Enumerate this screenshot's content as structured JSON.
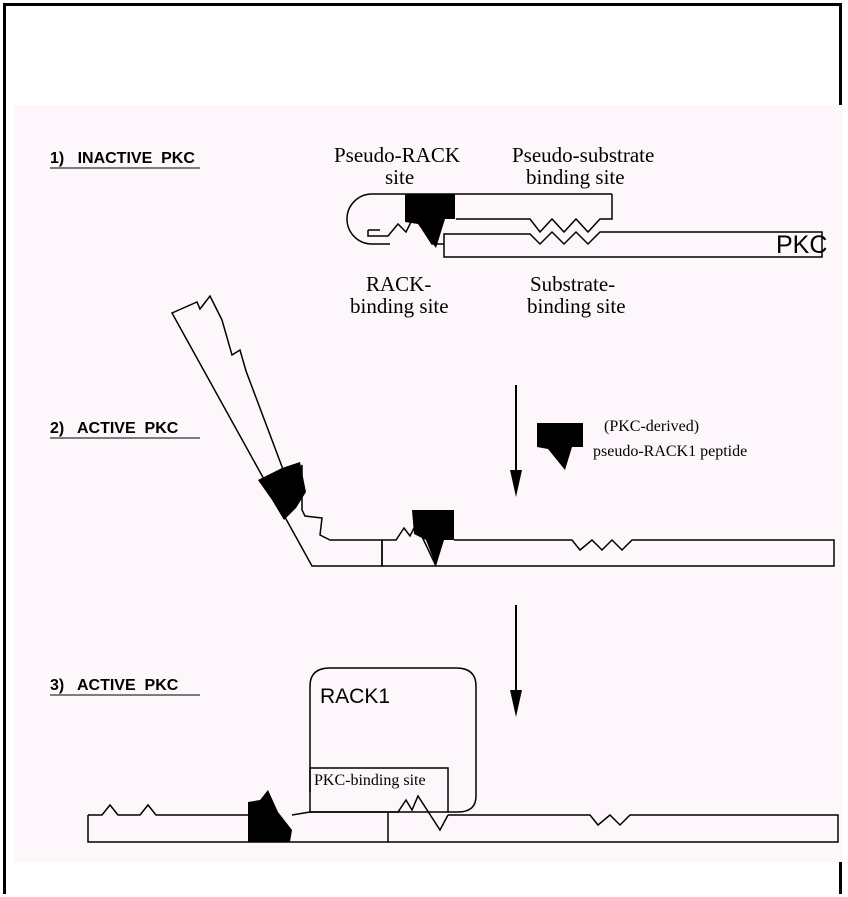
{
  "steps": {
    "step1": "1)   INACTIVE  PKC",
    "step2": "2)   ACTIVE  PKC",
    "step3": "3)   ACTIVE  PKC"
  },
  "labels": {
    "pseudo_rack_site_1": "Pseudo-RACK",
    "pseudo_rack_site_2": "site",
    "pseudo_substrate_1": "Pseudo-substrate",
    "pseudo_substrate_2": "binding site",
    "rack_binding_1": "RACK-",
    "rack_binding_2": "binding site",
    "substrate_binding_1": "Substrate-",
    "substrate_binding_2": "binding site",
    "pkc": "PKC",
    "peptide_1": "(PKC-derived)",
    "peptide_2": "pseudo-RACK1 peptide",
    "rack1": "RACK1",
    "pkc_binding_site": "PKC-binding site"
  }
}
